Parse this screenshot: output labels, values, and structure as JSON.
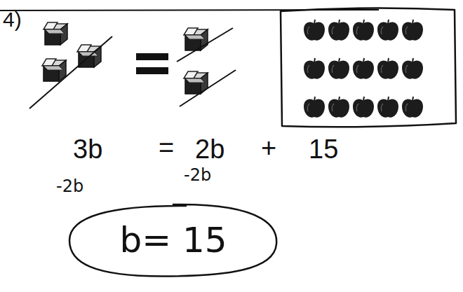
{
  "diagram": {
    "nodes": [
      {
        "text": [
          "b= 15"
        ]
      }
    ],
    "labels": [
      "4)",
      "3b",
      "=",
      "2b",
      "+",
      "15",
      "-2b",
      "-2b"
    ]
  }
}
